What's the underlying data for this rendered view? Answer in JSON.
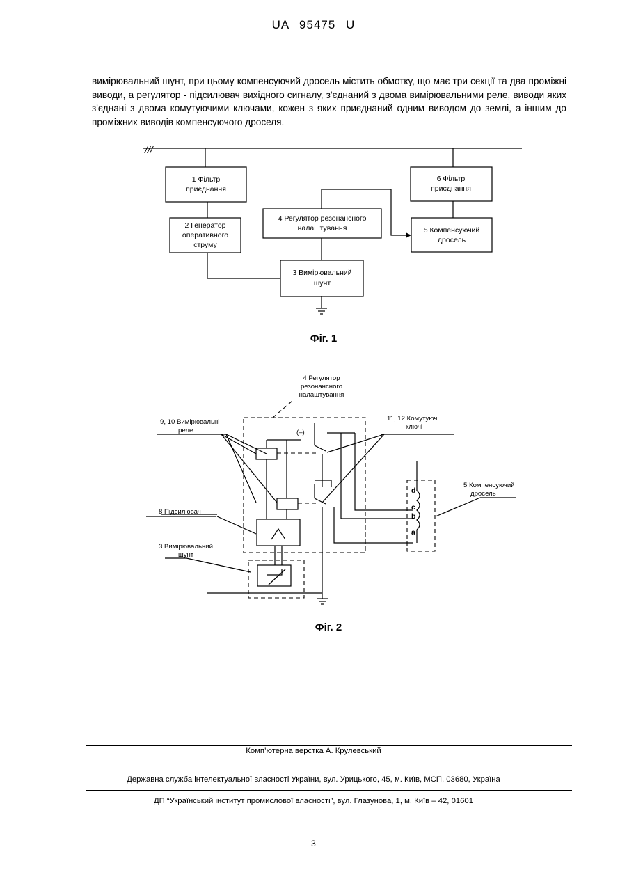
{
  "header": {
    "patent_number": "UA 95475 U"
  },
  "body_text": "вимірювальний шунт, при цьому компенсуючий дросель містить обмотку, що має три секції та два проміжні виводи, а регулятор - підсилювач вихідного сигналу, з'єднаний з двома вимірювальними реле, виводи яких з'єднані з двома комутуючими ключами, кожен з яких приєднаний одним виводом до землі, а іншим до проміжних виводів компенсуючого дроселя.",
  "fig1": {
    "caption": "Фіг. 1",
    "line_mark": "///",
    "blocks": {
      "b1": [
        "1 Фільтр",
        "приєднання"
      ],
      "b2": [
        "2 Генератор",
        "оперативного",
        "струму"
      ],
      "b3": [
        "3 Вимірювальний",
        "шунт"
      ],
      "b4": [
        "4 Регулятор резонансного",
        "налаштування"
      ],
      "b5": [
        "5 Компенсуючий",
        "дросель"
      ],
      "b6": [
        "6 Фільтр",
        "приєднання"
      ]
    }
  },
  "fig2": {
    "caption": "Фіг. 2",
    "labels": {
      "regulator": [
        "4 Регулятор",
        "резонансного",
        "налаштування"
      ],
      "relays": [
        "9, 10 Вимірювальні",
        "реле"
      ],
      "switches": [
        "11, 12 Комутуючі",
        "ключі"
      ],
      "choke": [
        "5 Компенсуючий",
        "дросель"
      ],
      "amplifier": [
        "8 Підсилювач"
      ],
      "shunt": [
        "3 Вимірювальний",
        "шунт"
      ],
      "minus": "(–)",
      "taps": [
        "d",
        "c",
        "b",
        "a"
      ]
    }
  },
  "footer": {
    "layout": "Комп’ютерна верстка А. Крулевський",
    "agency": "Державна служба інтелектуальної власності України, вул. Урицького, 45, м. Київ, МСП, 03680, Україна",
    "institute": "ДП “Український інститут промислової власності”, вул. Глазунова, 1, м. Київ – 42, 01601"
  },
  "page_number": "3"
}
